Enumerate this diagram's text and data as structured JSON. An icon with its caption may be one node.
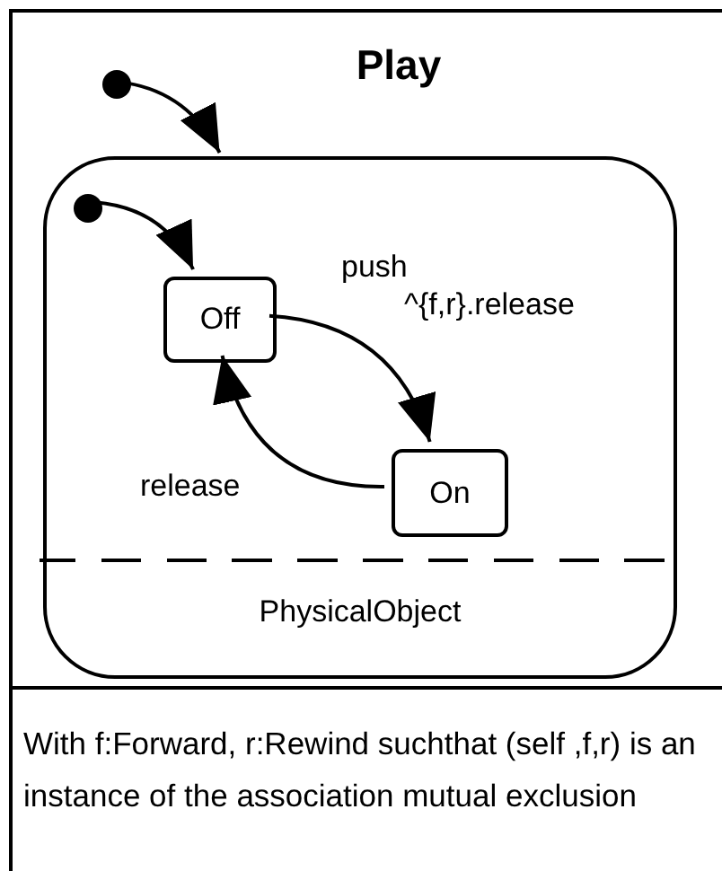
{
  "diagram": {
    "nodes": [
      {
        "text": [
          "Play",
          "With f:Forward, r:Rewind suchthat (self ,f,r) is an instance of the association mutual exclusion"
        ]
      },
      {
        "text": [],
        "shape": "circle",
        "in": 0
      },
      {
        "text": [
          "PhysicalObject"
        ],
        "in": 0
      },
      {
        "text": [],
        "shape": "circle",
        "in": 2
      },
      {
        "text": [
          "Off"
        ],
        "in": 2
      },
      {
        "text": [
          "On"
        ],
        "in": 2
      }
    ],
    "edges": [
      {
        "from": 1,
        "to": 2,
        "arrow": "to"
      },
      {
        "from": 3,
        "to": 4,
        "arrow": "to"
      },
      {
        "from": 4,
        "to": 5,
        "arrow": "to",
        "label": "push ^{f,r}.release"
      },
      {
        "from": 5,
        "to": 4,
        "arrow": "to",
        "label": "release"
      }
    ]
  }
}
